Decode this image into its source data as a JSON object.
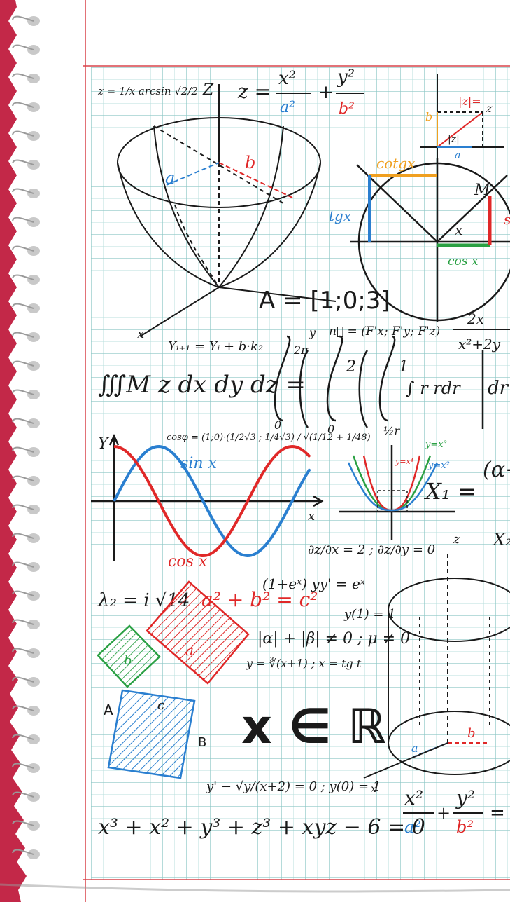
{
  "colors": {
    "background": "#c32848",
    "paper": "#ffffff",
    "grid_major": "#8dc7c5",
    "grid_minor": "#b8dfdd",
    "margin_line": "#d9434a",
    "ink": "#1a1a1a",
    "red": "#e02828",
    "blue": "#2a7fd0",
    "green": "#2aa043",
    "orange": "#f0a020"
  },
  "formulas": {
    "f1": "z = 1/x arcsin √2/2",
    "f1b": "Z",
    "f2_lhs": "z =",
    "f2_x2": "x²",
    "f2_a2": "a²",
    "f2_plus": "+",
    "f2_y2": "y²",
    "f2_b2": "b²",
    "modz": "|z|=",
    "b_lbl": "b",
    "z_lbl": "z",
    "modz_small": "|z|",
    "a_lbl": "a",
    "cotgx": "cotgx",
    "tgx": "tgx",
    "M": "M",
    "x_lbl": "x",
    "cosx_small": "cos x",
    "s_edge": "s",
    "a_blue": "a",
    "b_red": "b",
    "A_set": "A = [1;0;3]",
    "x_axis": "x",
    "recur": "Yᵢ₊₁ = Yᵢ + b·k₂",
    "y_lbl": "y",
    "nvec": "n⃗ = (F'x; F'y; F'z)",
    "frac_num": "2x",
    "frac_den": "x²+2y",
    "triple": "∭M z dx dy dz =",
    "int_2pi": "2π",
    "int_0a": "0",
    "int_2": "2",
    "int_0b": "0",
    "int_1": "1",
    "int_half": "½r",
    "integrand": "∫ r rdr",
    "dr": "dr",
    "cosphi": "cosφ = (1;0)·(1/2√3 ; 1/4√3) / √(1/12 + 1/48)",
    "Y_axis": "Y",
    "sinx": "sin x",
    "cosx": "cos x",
    "x_axis2": "x",
    "y_x3": "y=x³",
    "y_x2": "y=x²",
    "y_x4": "y=x⁴",
    "X1": "X₁ =",
    "alpha_paren": "(α+",
    "partials": "∂z/∂x = 2 ; ∂z/∂y = 0",
    "z_axis": "z",
    "X2": "X₂",
    "lambda": "λ₂ = i √14",
    "pyth": "a² + b² = c²",
    "ode1": "(1+eˣ) yy' = eˣ",
    "y1": "y(1) = 1",
    "abs": "|α| + |β| ≠ 0 ; μ ≠ 0",
    "cuberoot": "y = ∛(x+1) ; x = tg t",
    "sq_b": "b",
    "sq_a": "a",
    "sq_c": "c",
    "pt_A": "A",
    "pt_B": "B",
    "xinR": "x ∈ ℝ",
    "ode2": "y' − √y/(x+2) = 0 ; y(0) = 1",
    "cyl_a": "a",
    "cyl_b": "b",
    "cyl_x": "x",
    "ellipse_x2": "x²",
    "ellipse_a2": "a²",
    "ellipse_plus": "+",
    "ellipse_y2": "y²",
    "ellipse_b2": "b²",
    "ellipse_eq": "=",
    "poly": "x³ + x² + y³ + z³ + xyz − 6 = 0"
  }
}
